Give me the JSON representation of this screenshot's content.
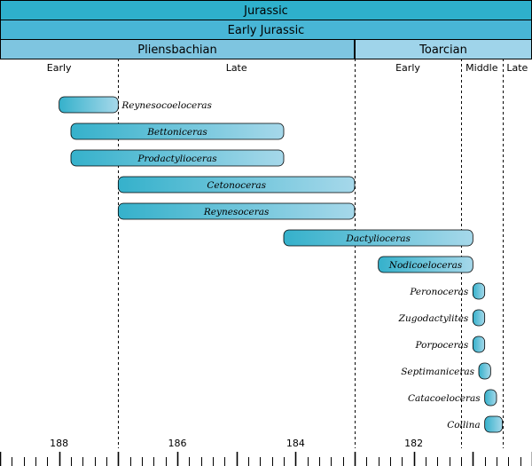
{
  "chart_data": {
    "type": "timeline",
    "x_axis": {
      "unit": "Ma",
      "xlim": [
        189.0,
        180.0
      ],
      "tick_labels": [
        "188",
        "186",
        "184",
        "182"
      ],
      "tick_values": [
        188,
        186,
        184,
        182
      ],
      "minor_tick_step": 0.2
    },
    "periods": [
      {
        "label": "Jurassic",
        "start": 189.0,
        "end": 180.0
      },
      {
        "label": "Early Jurassic",
        "start": 189.0,
        "end": 180.0
      }
    ],
    "stages": [
      {
        "label": "Pliensbachian",
        "start": 189.0,
        "end": 183.0
      },
      {
        "label": "Toarcian",
        "start": 183.0,
        "end": 180.0
      }
    ],
    "substages": [
      {
        "label": "Early",
        "start": 189.0,
        "end": 187.0
      },
      {
        "label": "Late",
        "start": 187.0,
        "end": 183.0
      },
      {
        "label": "Early",
        "start": 183.0,
        "end": 181.2
      },
      {
        "label": "Middle",
        "start": 181.2,
        "end": 180.5
      },
      {
        "label": "Late",
        "start": 180.5,
        "end": 180.0
      }
    ],
    "boundaries": [
      187.0,
      183.0,
      181.2,
      180.5
    ],
    "taxa": [
      {
        "name": "Reynesocoeloceras",
        "start": 188.0,
        "end": 187.0,
        "label_position": "right"
      },
      {
        "name": "Bettoniceras",
        "start": 187.8,
        "end": 184.2,
        "label_position": "inside"
      },
      {
        "name": "Prodactylioceras",
        "start": 187.8,
        "end": 184.2,
        "label_position": "inside"
      },
      {
        "name": "Cetonoceras",
        "start": 187.0,
        "end": 183.0,
        "label_position": "inside"
      },
      {
        "name": "Reynesoceras",
        "start": 187.0,
        "end": 183.0,
        "label_position": "inside"
      },
      {
        "name": "Dactylioceras",
        "start": 184.2,
        "end": 181.0,
        "label_position": "inside"
      },
      {
        "name": "Nodicoeloceras",
        "start": 182.6,
        "end": 181.0,
        "label_position": "inside"
      },
      {
        "name": "Peronoceras",
        "start": 181.0,
        "end": 180.8,
        "label_position": "left"
      },
      {
        "name": "Zugodactylites",
        "start": 181.0,
        "end": 180.8,
        "label_position": "left"
      },
      {
        "name": "Porpoceras",
        "start": 181.0,
        "end": 180.8,
        "label_position": "left"
      },
      {
        "name": "Septimaniceras",
        "start": 180.9,
        "end": 180.7,
        "label_position": "left"
      },
      {
        "name": "Catacoeloceras",
        "start": 180.8,
        "end": 180.6,
        "label_position": "left"
      },
      {
        "name": "Collina",
        "start": 180.8,
        "end": 180.5,
        "label_position": "left"
      }
    ],
    "colors": {
      "band_dark": "#2eb0cc",
      "band_mid": "#48b6d6",
      "band_light": "#9ad0e6",
      "stage_pliensbachian": "#7ec5e0",
      "stage_toarcian": "#9fd4ea",
      "bar_start": "#35b1cb",
      "bar_end": "#a6d8ea",
      "outline": "#000000"
    }
  }
}
